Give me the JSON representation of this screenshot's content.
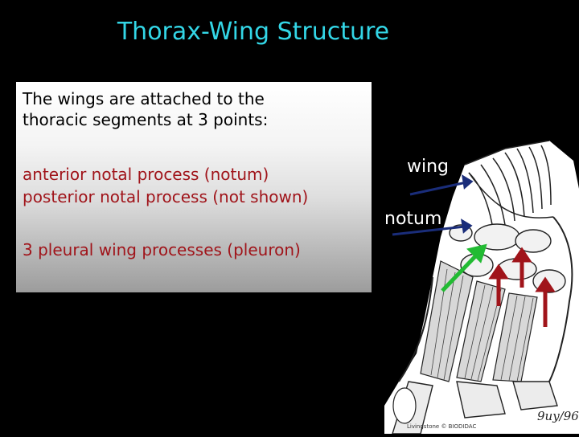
{
  "title": "Thorax-Wing Structure",
  "intro_lines": [
    "The wings are attached to the",
    " thoracic segments at 3 points:"
  ],
  "points": [
    "anterior notal process (notum)",
    "posterior notal process (not shown)",
    "3 pleural wing processes (pleuron)"
  ],
  "figure": {
    "labels": {
      "wing": "wing",
      "notum": "notum"
    },
    "credit": "Livingstone © BIODIDAC",
    "signature": "9uy/96",
    "arrow_colors": {
      "notum_arrow": "#22bb33",
      "pleural_arrows": "#a0141a",
      "label_arrows": "#1a2d7a"
    }
  },
  "colors": {
    "title": "#33d6e6",
    "background": "#000000",
    "points_text": "#a0141a"
  }
}
